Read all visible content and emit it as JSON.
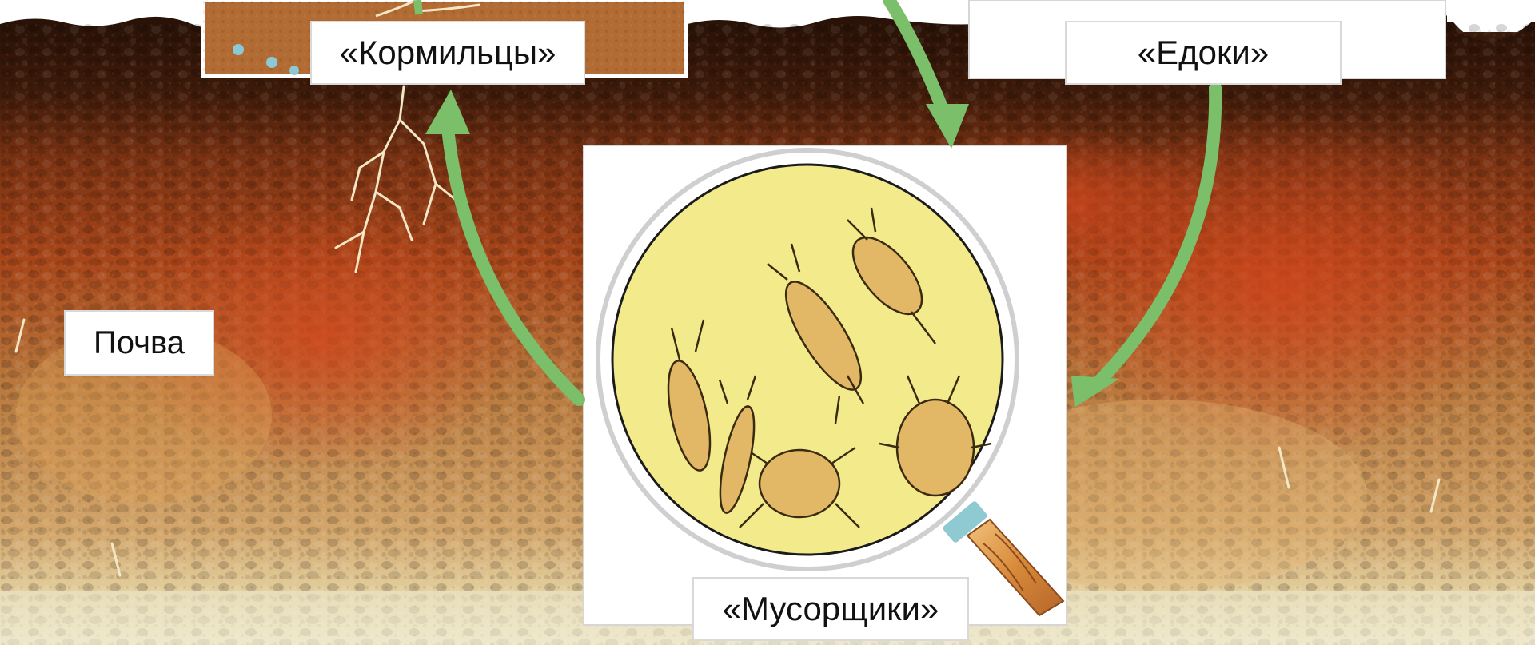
{
  "labels": {
    "producers": "«Кормильцы»",
    "consumers": "«Едоки»",
    "soil": "Почва",
    "decomposers": "«Мусорщики»"
  },
  "colors": {
    "soil_dark": "#2a1408",
    "soil_brown": "#6b2e10",
    "soil_orange": "#c0521c",
    "soil_light": "#d8a262",
    "soil_sand": "#e8dcb8",
    "arrow_green": "#7bbf6a",
    "lens_yellow": "#f3ea8c",
    "panel_white": "#ffffff"
  },
  "icons": [
    "magnifying-glass-icon",
    "insect-icon",
    "plant-root-icon",
    "cycle-arrow-icon"
  ]
}
